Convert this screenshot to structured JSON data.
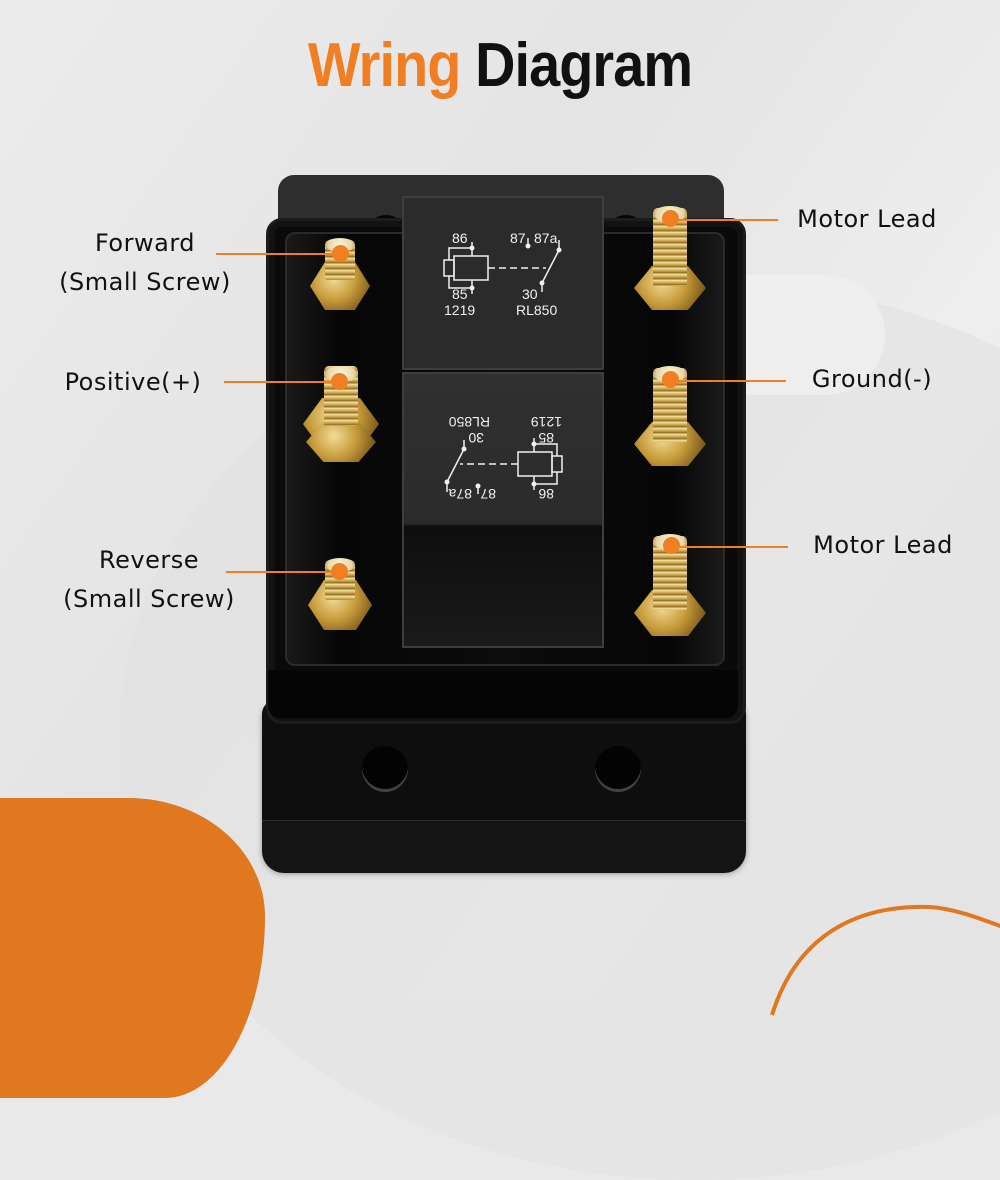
{
  "title": {
    "part1": "Wring",
    "part2": "Diagram",
    "part1_color": "#f07e23",
    "part2_color": "#111111"
  },
  "relays": [
    {
      "orientation": "upright",
      "pins": {
        "coil_top": "86",
        "coil_bottom": "85",
        "no": "87",
        "nc": "87a",
        "common": "30"
      },
      "part_code": "1219",
      "model": "RL850"
    },
    {
      "orientation": "rotated-180",
      "pins": {
        "coil_top": "86",
        "coil_bottom": "85",
        "no": "87",
        "nc": "87a",
        "common": "30"
      },
      "part_code": "1219",
      "model": "RL850"
    }
  ],
  "terminals": {
    "left": [
      {
        "line1": "Forward",
        "line2": "(Small Screw)"
      },
      {
        "line1": "Positive(+)"
      },
      {
        "line1": "Reverse",
        "line2": "(Small Screw)"
      }
    ],
    "right": [
      {
        "line1": "Motor Lead"
      },
      {
        "line1": "Ground(-)"
      },
      {
        "line1": "Motor Lead"
      }
    ]
  },
  "colors": {
    "accent": "#f07e23",
    "background": "#e9e9e9",
    "housing": "#0a0a0a",
    "brass": "#c79b3b"
  }
}
